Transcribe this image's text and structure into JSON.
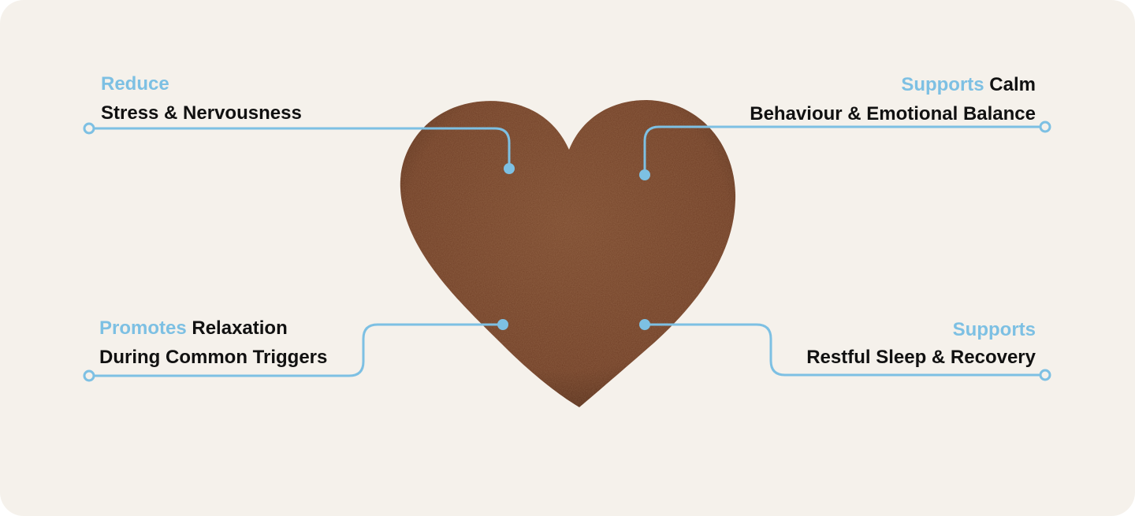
{
  "colors": {
    "accent": "#7dc0e3",
    "background": "#f5f1eb",
    "text": "#111111",
    "heart": "#7b4a2e"
  },
  "benefits": [
    {
      "accent": "Reduce",
      "line1_rest": "",
      "line2": "Stress & Nervousness"
    },
    {
      "accent": "Supports",
      "line1_rest": " Calm",
      "line2": "Behaviour & Emotional Balance"
    },
    {
      "accent": "Promotes",
      "line1_rest": " Relaxation",
      "line2": "During Common Triggers"
    },
    {
      "accent": "Supports",
      "line1_rest": "",
      "line2": "Restful Sleep & Recovery"
    }
  ]
}
